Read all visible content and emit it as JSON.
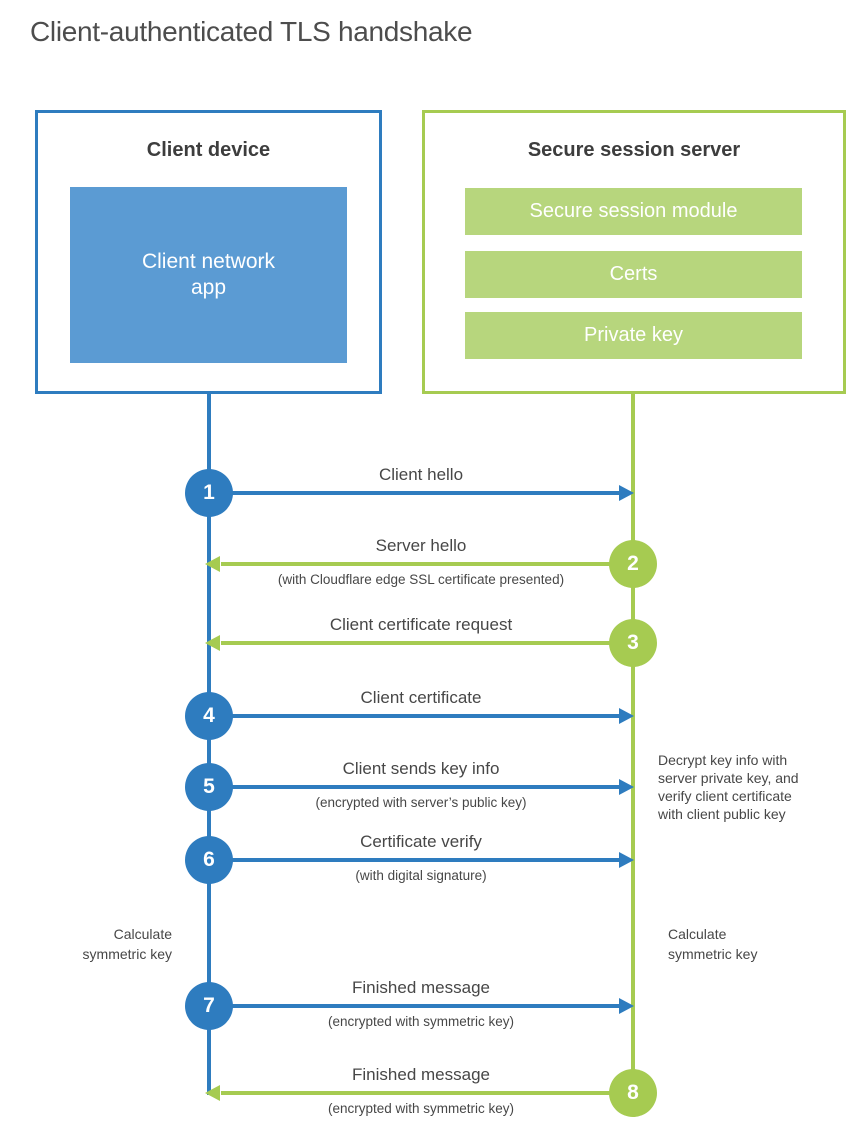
{
  "title": "Client-authenticated TLS handshake",
  "client_box": {
    "title": "Client device",
    "inner_label": "Client network app"
  },
  "server_box": {
    "title": "Secure session server",
    "modules": [
      "Secure session module",
      "Certs",
      "Private key"
    ]
  },
  "colors": {
    "blue_line": "#2e7cbf",
    "blue_fill": "#5b9bd3",
    "green_line": "#a6cb51",
    "green_fill": "#b7d67d",
    "text_dark": "#3d3d3d",
    "text_gray": "#474747"
  },
  "messages": [
    {
      "num": "1",
      "label": "Client hello",
      "sub": "",
      "from": "client",
      "to": "server"
    },
    {
      "num": "2",
      "label": "Server hello",
      "sub": "(with Cloudflare edge SSL certificate presented)",
      "from": "server",
      "to": "client"
    },
    {
      "num": "3",
      "label": "Client certificate request",
      "sub": "",
      "from": "server",
      "to": "client"
    },
    {
      "num": "4",
      "label": "Client certificate",
      "sub": "",
      "from": "client",
      "to": "server"
    },
    {
      "num": "5",
      "label": "Client sends key info",
      "sub": "(encrypted with server’s public key)",
      "from": "client",
      "to": "server"
    },
    {
      "num": "6",
      "label": "Certificate verify",
      "sub": "(with digital signature)",
      "from": "client",
      "to": "server"
    },
    {
      "num": "7",
      "label": "Finished message",
      "sub": "(encrypted with symmetric key)",
      "from": "client",
      "to": "server"
    },
    {
      "num": "8",
      "label": "Finished message",
      "sub": "(encrypted with symmetric key)",
      "from": "server",
      "to": "client"
    }
  ],
  "annotations": {
    "decrypt_note": "Decrypt key info with\nserver private key, and\nverify client certificate\nwith client public key",
    "calculate_left": "Calculate\nsymmetric key",
    "calculate_right": "Calculate\nsymmetric key"
  }
}
